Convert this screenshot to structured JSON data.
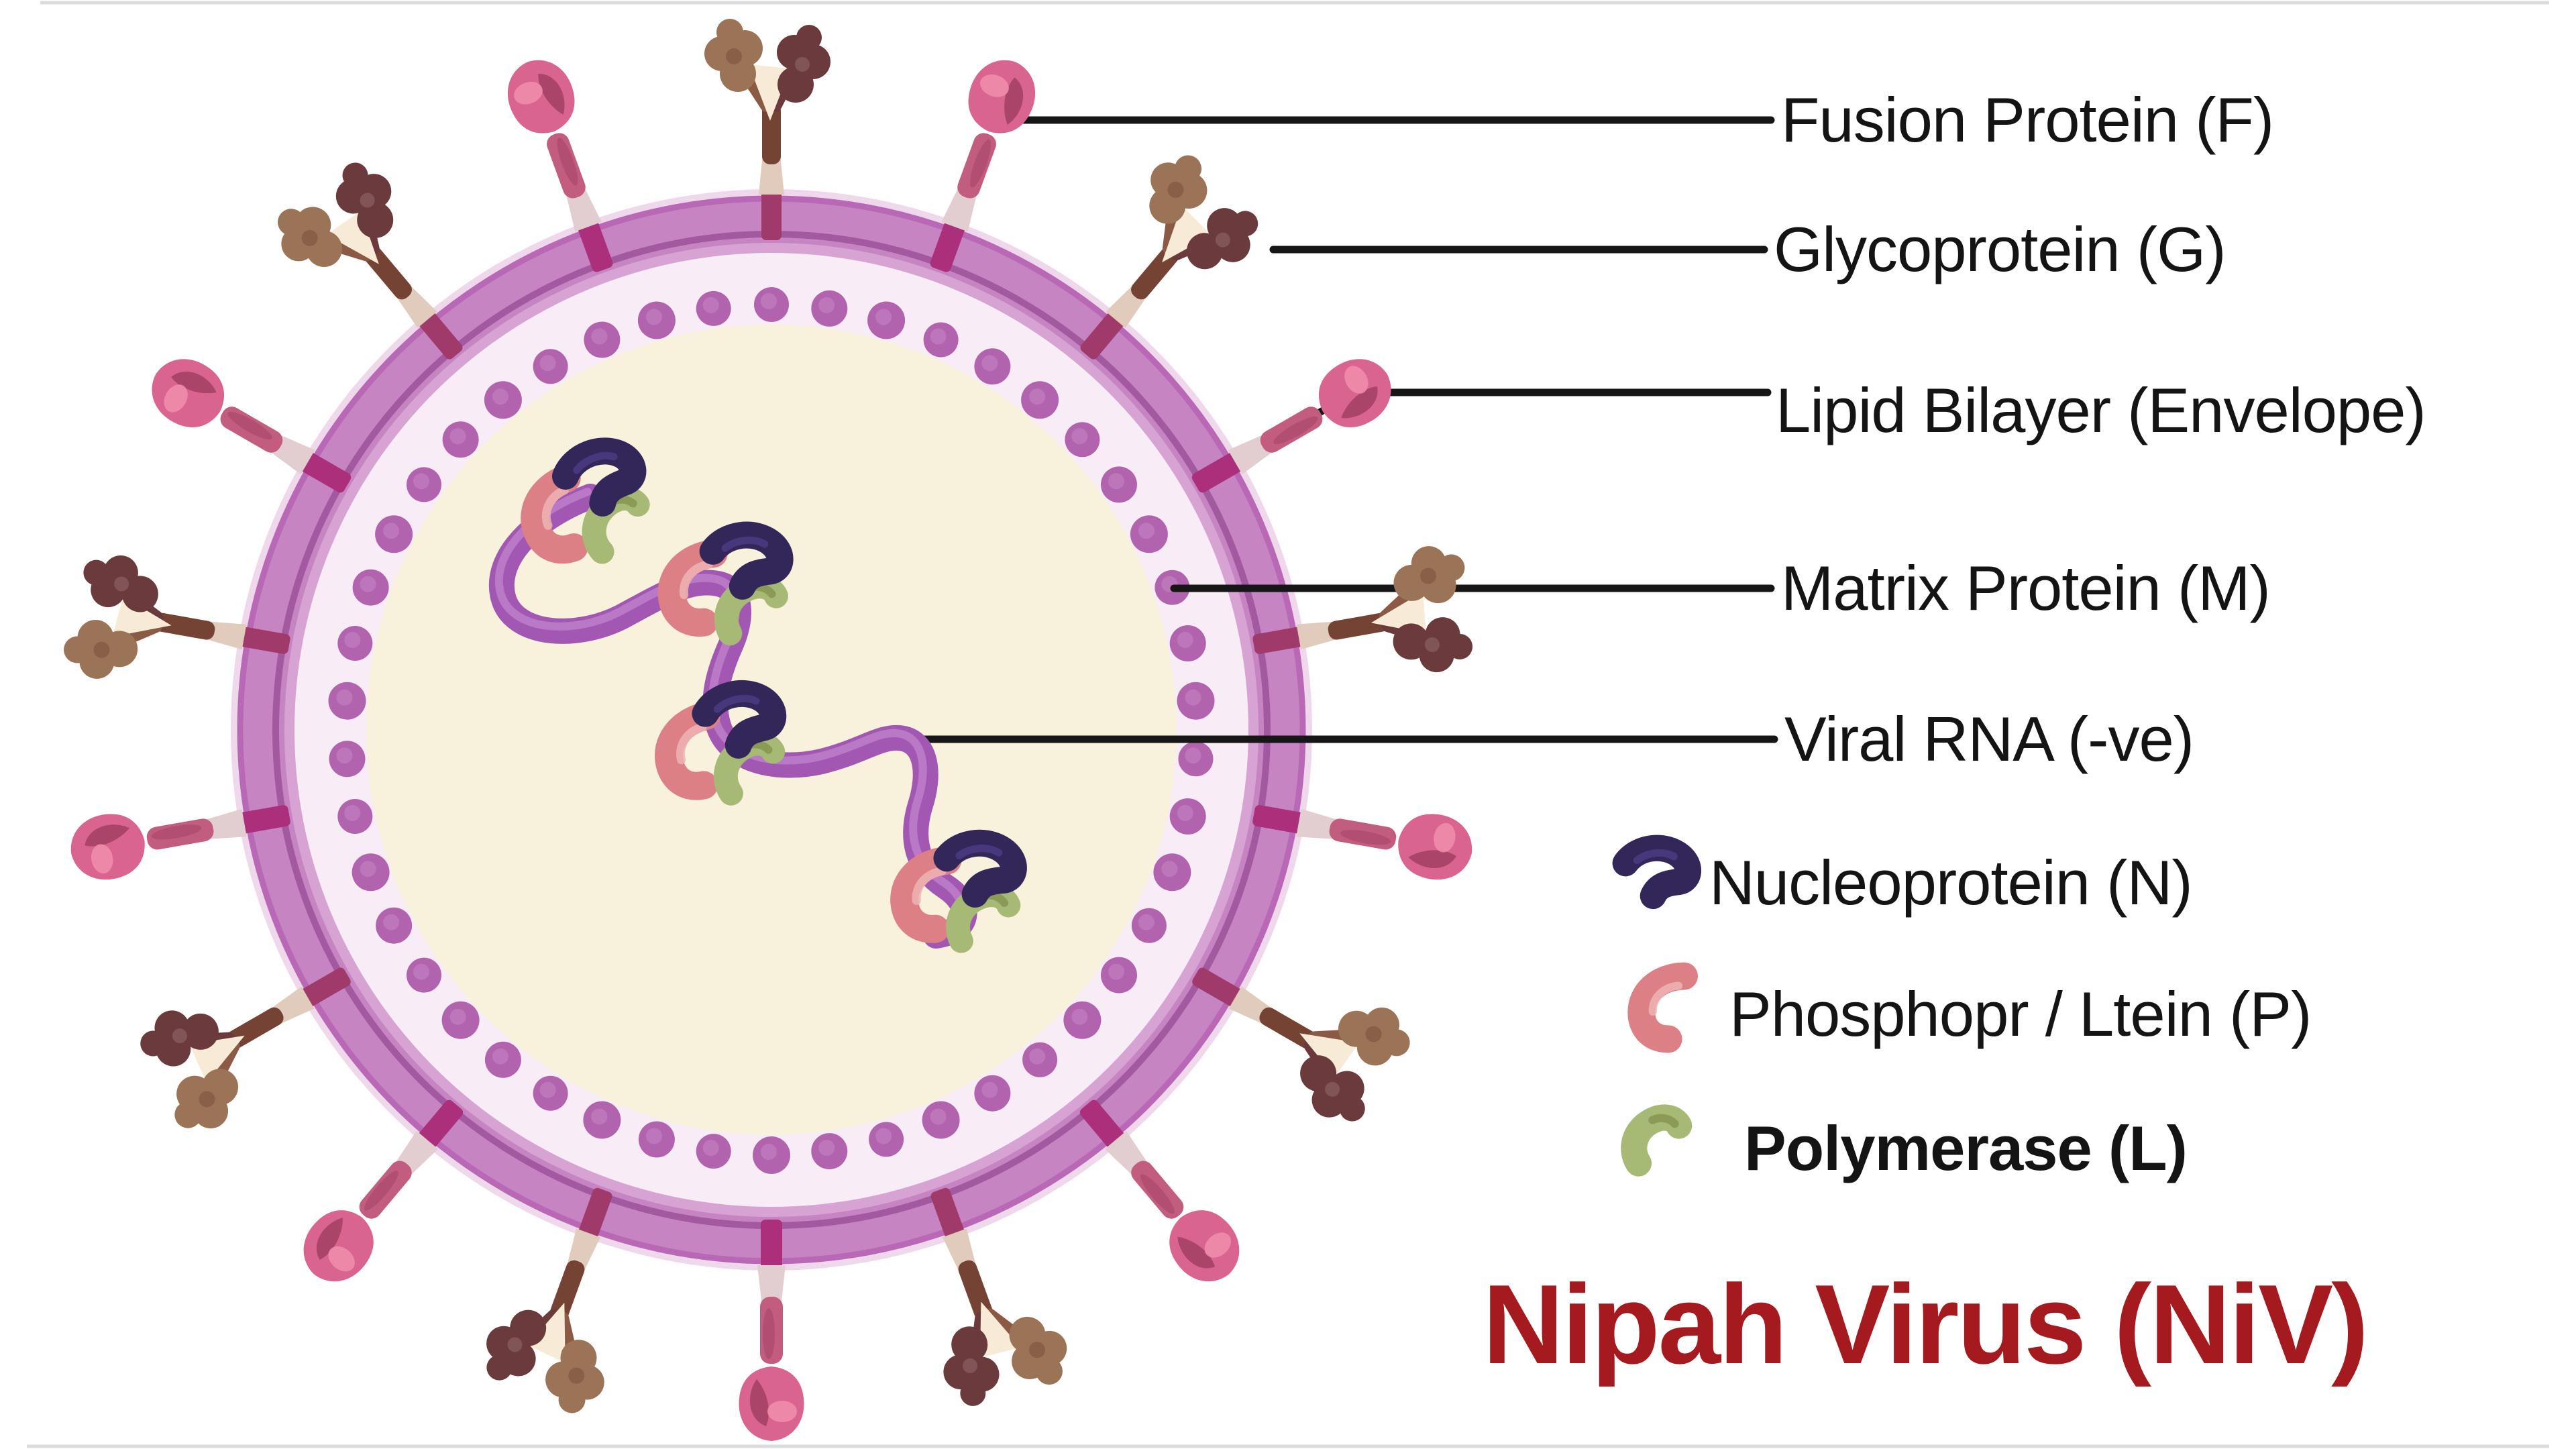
{
  "title": {
    "text": "Nipah Virus (NiV)",
    "color": "#A51A1E"
  },
  "annotations": [
    {
      "id": "fusion-protein",
      "label": "Fusion Protein (F)"
    },
    {
      "id": "glycoprotein",
      "label": "Glycoprotein (G)"
    },
    {
      "id": "lipid-bilayer",
      "label": "Lipid Bilayer (Envelope)"
    },
    {
      "id": "matrix-protein",
      "label": "Matrix Protein (M)"
    },
    {
      "id": "viral-rna",
      "label": "Viral RNA (-ve)"
    }
  ],
  "legend": [
    {
      "id": "nucleoprotein",
      "label": "Nucleoprotein (N)",
      "color": "#332659",
      "bold": false
    },
    {
      "id": "phosphoprotein",
      "label": "Phosphopr / Ltein (P)",
      "color": "#DC8086",
      "bold": false
    },
    {
      "id": "polymerase",
      "label": "Polymerase (L)",
      "color": "#A6BA75",
      "bold": true
    }
  ],
  "palette": {
    "background": "#FFFFFF",
    "line": "#161616",
    "text": "#141414",
    "title": "#A51A1E",
    "hairline": "#C9C9C9",
    "envelope_rim": "#F0D8EC",
    "envelope_band": "#C685C2",
    "envelope_band_edge": "#B868B4",
    "envelope_dark_ring": "#A259A0",
    "envelope_band_inner": "#D7A3D3",
    "envelope_halo": "#F8ECF6",
    "interior": "#F8F1DC",
    "matrix_dot": "#B263AE",
    "matrix_dot_light": "#C687C2",
    "rna": "#A258B2",
    "rna_light": "#C387CF",
    "nucleoprotein": "#332659",
    "nucleoprotein_light": "#4D3C86",
    "phosphoprotein": "#DC8086",
    "phosphoprotein_light": "#EFB3B4",
    "polymerase": "#A6BA75",
    "polymerase_dark": "#84934F",
    "f_connector": "#AC2F7C",
    "f_stem": "#C25D80",
    "f_stem_dark": "#A84168",
    "f_base": "#E2CDD1",
    "f_head": "#D9648F",
    "f_head_dark": "#A13E63",
    "f_head_light": "#F08CAC",
    "g_connector": "#A03A6B",
    "g_base": "#E0CBBD",
    "g_stem": "#744334",
    "g_branch_light": "#8A5A44",
    "g_head_light": "#9B7357",
    "g_head_light_dark": "#7C543E",
    "g_head_dark": "#6B3A3D",
    "g_head_dark_light": "#8A5F62",
    "g_wedge": "#F7EAD6"
  }
}
